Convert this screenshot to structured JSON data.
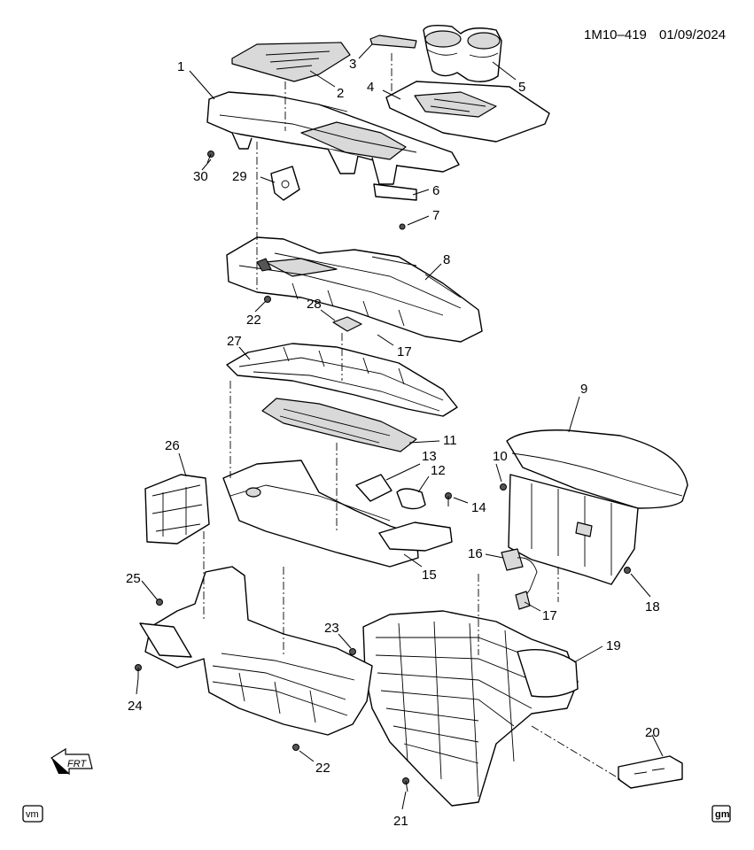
{
  "diagram_id": "1M10–419",
  "diagram_date": "01/09/2024",
  "callouts": [
    "1",
    "2",
    "3",
    "4",
    "5",
    "6",
    "7",
    "8",
    "9",
    "10",
    "11",
    "12",
    "13",
    "14",
    "15",
    "16",
    "17",
    "17",
    "18",
    "19",
    "20",
    "21",
    "22",
    "22",
    "23",
    "24",
    "25",
    "26",
    "27",
    "28",
    "29",
    "30"
  ],
  "front_indicator": "FRT",
  "corner_badge_left": "vm",
  "corner_badge_right": "gm"
}
